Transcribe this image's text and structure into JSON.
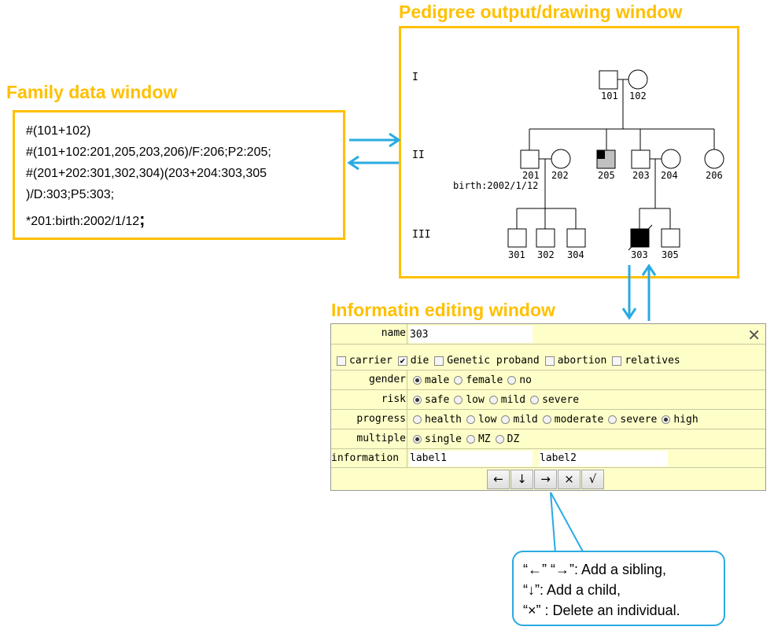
{
  "headings": {
    "family": "Family data window",
    "pedigree": "Pedigree output/drawing window",
    "editing": "Informatin editing window"
  },
  "family_data": {
    "lines": [
      "#(101+102)",
      "#(101+102:201,205,203,206)/F:206;P2:205;",
      "#(201+202:301,302,304)(203+204:303,305",
      ")/D:303;P5:303;"
    ],
    "last_line": "*201:birth:2002/1/12",
    "last_semicolon": ";"
  },
  "pedigree": {
    "generations": [
      "I",
      "II",
      "III"
    ],
    "birth_note": "birth:2002/1/12",
    "individuals": {
      "i101": "101",
      "i102": "102",
      "i201": "201",
      "i202": "202",
      "i205": "205",
      "i203": "203",
      "i204": "204",
      "i206": "206",
      "i301": "301",
      "i302": "302",
      "i304": "304",
      "i303": "303",
      "i305": "305"
    }
  },
  "editor": {
    "name_label": "name",
    "name_value": "303",
    "checkboxes": [
      {
        "label": "carrier",
        "checked": false
      },
      {
        "label": "die",
        "checked": true
      },
      {
        "label": "Genetic proband",
        "checked": false
      },
      {
        "label": "abortion",
        "checked": false
      },
      {
        "label": "relatives",
        "checked": false
      }
    ],
    "gender": {
      "label": "gender",
      "options": [
        "male",
        "female",
        "no"
      ],
      "selected": "male"
    },
    "risk": {
      "label": "risk",
      "options": [
        "safe",
        "low",
        "mild",
        "severe"
      ],
      "selected": "safe"
    },
    "progress": {
      "label": "progress",
      "options": [
        "health",
        "low",
        "mild",
        "moderate",
        "severe",
        "high"
      ],
      "selected": "high"
    },
    "multiple": {
      "label": "multiple",
      "options": [
        "single",
        "MZ",
        "DZ"
      ],
      "selected": "single"
    },
    "information": {
      "label": "information",
      "label1": "label1",
      "label2": "label2"
    },
    "buttons": {
      "left": "←",
      "down": "↓",
      "right": "→",
      "delete": "×",
      "confirm": "√"
    }
  },
  "callout": {
    "line1": "“←” “→”: Add a sibling,",
    "line2": "“↓”: Add a child,",
    "line3": "“×” : Delete an individual."
  },
  "colors": {
    "frame": "#ffc000",
    "arrow": "#29abe2",
    "editor_bg": "#fefec8"
  }
}
